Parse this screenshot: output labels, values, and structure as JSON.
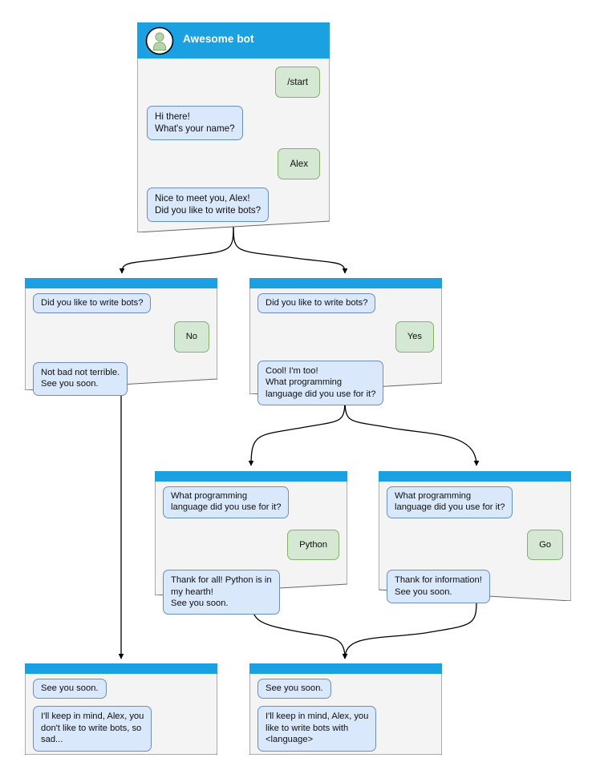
{
  "diagram": {
    "type": "bot-conversation-flowchart",
    "colors": {
      "titlebar": "#1ba1e2",
      "card_body": "#f4f4f4",
      "card_border": "#666666",
      "bot_bubble_fill": "#dae8fc",
      "bot_bubble_border": "#6c8ebf",
      "user_bubble_fill": "#d5e8d4",
      "user_bubble_border": "#82b366",
      "avatar_fill": "#b5d5a7",
      "edge": "#000000"
    }
  },
  "nodes": [
    {
      "id": "root",
      "title": "Awesome bot",
      "has_avatar": true,
      "avatar_icon": "user-avatar-icon",
      "messages": [
        {
          "side": "right",
          "kind": "user",
          "text": "/start"
        },
        {
          "side": "left",
          "kind": "bot",
          "text": "Hi there!\nWhat's your name?"
        },
        {
          "side": "right",
          "kind": "user",
          "text": "Alex"
        },
        {
          "side": "left",
          "kind": "bot",
          "text": "Nice to meet you, Alex!\nDid you like to write bots?"
        }
      ]
    },
    {
      "id": "no_branch",
      "title": "",
      "has_avatar": false,
      "messages": [
        {
          "side": "left",
          "kind": "prompt",
          "text": "Did you like to write bots?"
        },
        {
          "side": "right",
          "kind": "user",
          "text": "No"
        },
        {
          "side": "left",
          "kind": "bot",
          "text": "Not bad not terrible.\nSee you soon."
        }
      ]
    },
    {
      "id": "yes_branch",
      "title": "",
      "has_avatar": false,
      "messages": [
        {
          "side": "left",
          "kind": "prompt",
          "text": "Did you like to write bots?"
        },
        {
          "side": "right",
          "kind": "user",
          "text": "Yes"
        },
        {
          "side": "left",
          "kind": "bot",
          "text": "Cool! I'm too!\nWhat programming\nlanguage did you use for it?"
        }
      ]
    },
    {
      "id": "python_branch",
      "title": "",
      "has_avatar": false,
      "messages": [
        {
          "side": "left",
          "kind": "prompt",
          "text": "What programming\nlanguage did you use for it?"
        },
        {
          "side": "right",
          "kind": "user",
          "text": "Python"
        },
        {
          "side": "left",
          "kind": "bot",
          "text": "Thank for all! Python is in\nmy hearth!\nSee you soon."
        }
      ]
    },
    {
      "id": "go_branch",
      "title": "",
      "has_avatar": false,
      "messages": [
        {
          "side": "left",
          "kind": "prompt",
          "text": "What programming\nlanguage did you use for it?"
        },
        {
          "side": "right",
          "kind": "user",
          "text": "Go"
        },
        {
          "side": "left",
          "kind": "bot",
          "text": "Thank for information!\nSee you soon."
        }
      ]
    },
    {
      "id": "end_no",
      "title": "",
      "has_avatar": false,
      "messages": [
        {
          "side": "left",
          "kind": "prompt",
          "text": "See you soon."
        },
        {
          "side": "left",
          "kind": "bot",
          "text": "I'll keep in mind, Alex, you\ndon't like to write bots, so\nsad..."
        }
      ]
    },
    {
      "id": "end_yes",
      "title": "",
      "has_avatar": false,
      "messages": [
        {
          "side": "left",
          "kind": "prompt",
          "text": "See you soon."
        },
        {
          "side": "left",
          "kind": "bot",
          "text": "I'll keep in mind, Alex, you\nlike to write bots with\n<language>"
        }
      ]
    }
  ]
}
